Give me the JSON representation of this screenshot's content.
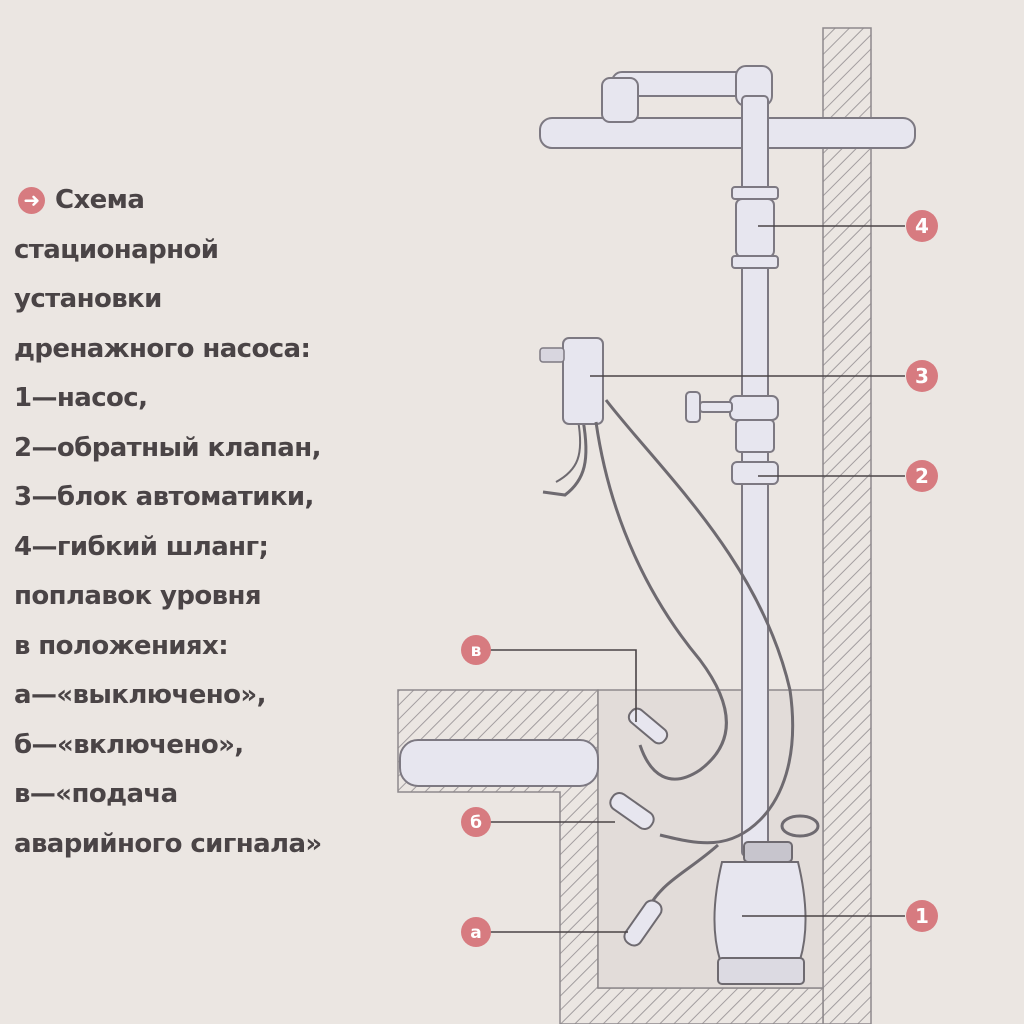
{
  "caption": {
    "lines": [
      "Схема",
      "стационарной",
      "установки",
      "дренажного насоса:",
      "1—насос,",
      "2—обратный клапан,",
      "3—блок автоматики,",
      "4—гибкий шланг;",
      "поплавок уровня",
      "в положениях:",
      "а—«выключено»,",
      "б—«включено»,",
      "в—«подача",
      "аварийного сигнала»"
    ],
    "bullet_icon": "arrow-right-circle-icon"
  },
  "callouts": {
    "n1": "1",
    "n2": "2",
    "n3": "3",
    "n4": "4",
    "a": "а",
    "b": "б",
    "v": "в"
  },
  "colors": {
    "background": "#ebe6e2",
    "callout_fill": "#d77b80",
    "text": "#4a4446",
    "line": "#6e6a70",
    "pipe": "#e7e6ef",
    "hatch": "#a29d9f"
  }
}
